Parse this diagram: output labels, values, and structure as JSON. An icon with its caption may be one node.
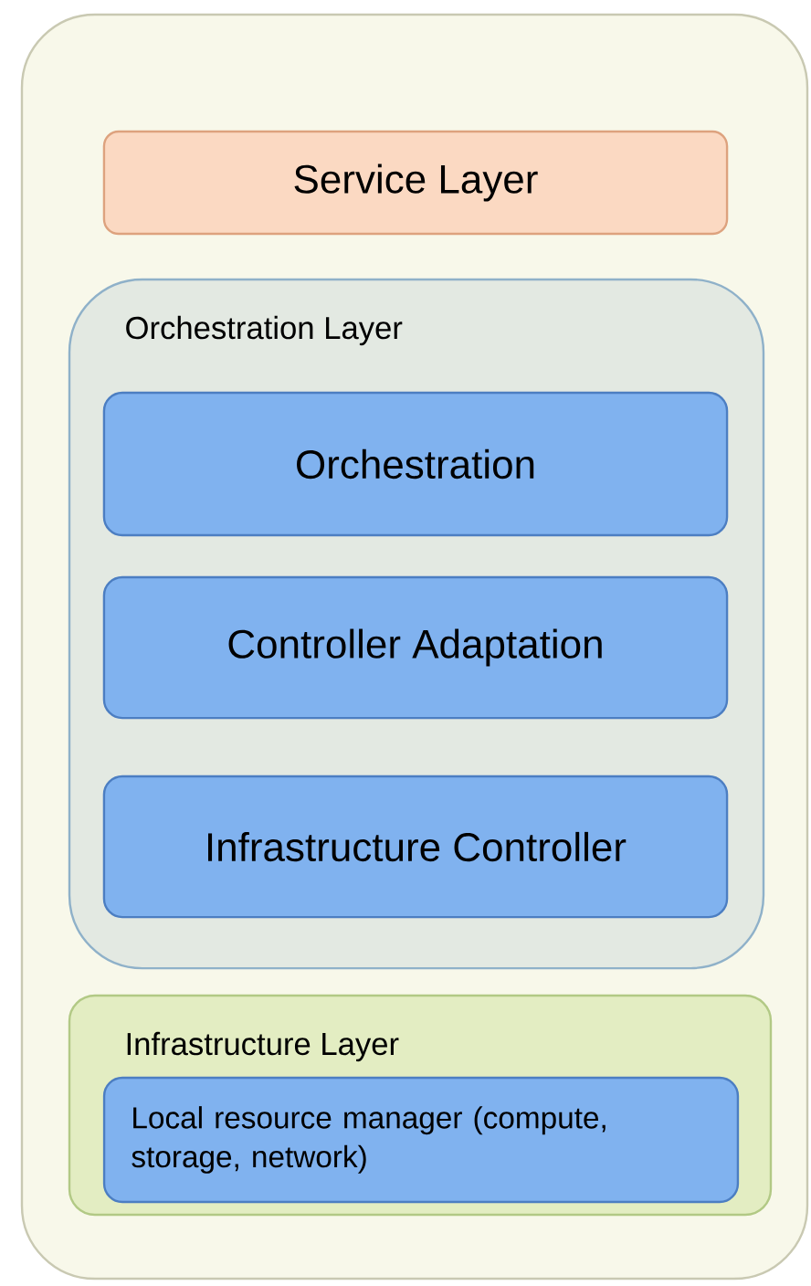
{
  "diagram": {
    "nodes": [
      {
        "text": [],
        "shape": "box"
      },
      {
        "text": [
          "Service Layer"
        ],
        "in": 0
      },
      {
        "text": [
          "Orchestration Layer"
        ],
        "in": 0
      },
      {
        "text": [
          "Orchestration"
        ],
        "in": 2
      },
      {
        "text": [
          "Controller Adaptation"
        ],
        "in": 2
      },
      {
        "text": [
          "Infrastructure Controller"
        ],
        "in": 2
      },
      {
        "text": [
          "Infrastructure Layer"
        ],
        "in": 0
      },
      {
        "text": [
          "Local resource manager (compute, storage, network)"
        ],
        "in": 6
      }
    ]
  }
}
